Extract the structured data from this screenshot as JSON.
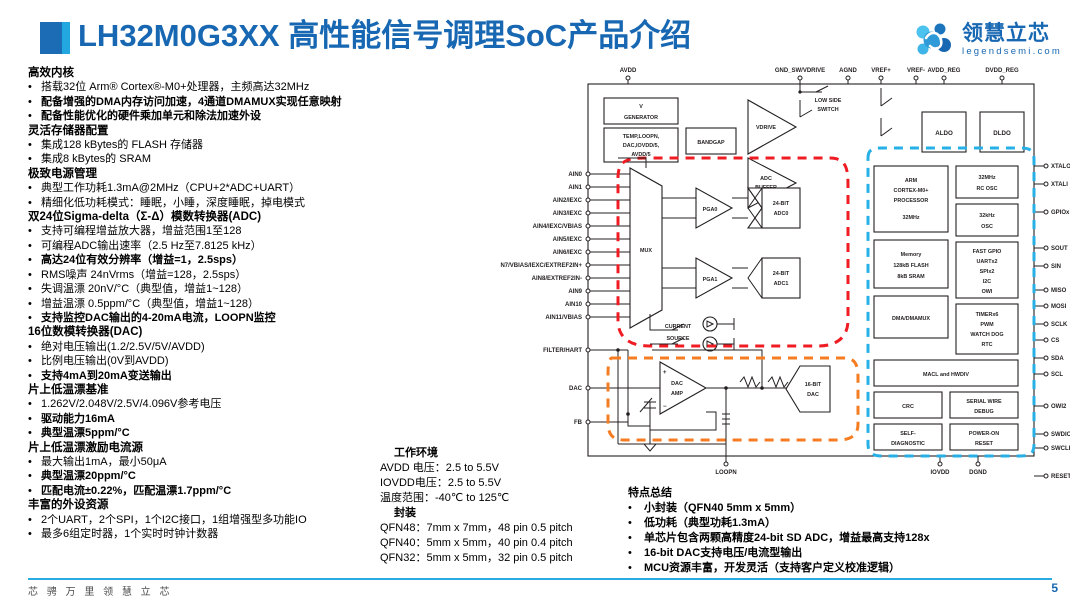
{
  "header": {
    "title": "LH32M0G3XX 高性能信号调理SoC产品介绍",
    "logo_cn": "领慧立芯",
    "logo_en": "legendsemi.com",
    "accent_color": "#1767b2",
    "accent_color2": "#22a7e0"
  },
  "specs": [
    {
      "type": "head",
      "text": "高效内核"
    },
    {
      "type": "item",
      "text": "搭载32位 Arm® Cortex®-M0+处理器，主频高达32MHz",
      "bold": false
    },
    {
      "type": "item",
      "text": "配备增强的DMA内存访问加速，4通道DMAMUX实现任意映射",
      "bold": true
    },
    {
      "type": "item",
      "text": "配备性能优化的硬件乘加单元和除法加速外设",
      "bold": true
    },
    {
      "type": "head",
      "text": "灵活存储器配置"
    },
    {
      "type": "item",
      "text": "集成128 kBytes的 FLASH 存储器",
      "bold": false
    },
    {
      "type": "item",
      "text": "集成8 kBytes的 SRAM",
      "bold": false
    },
    {
      "type": "head",
      "text": "极致电源管理"
    },
    {
      "type": "item",
      "text": "典型工作功耗1.3mA@2MHz（CPU+2*ADC+UART）",
      "bold": false
    },
    {
      "type": "item",
      "text": "精细化低功耗模式：睡眠，小睡，深度睡眠，掉电模式",
      "bold": false
    },
    {
      "type": "head",
      "text": "双24位Sigma-delta（Σ-Δ）模数转换器(ADC)"
    },
    {
      "type": "item",
      "text": "支持可编程增益放大器，增益范围1至128",
      "bold": false
    },
    {
      "type": "item",
      "text": "可编程ADC输出速率（2.5 Hz至7.8125 kHz）",
      "bold": false
    },
    {
      "type": "item",
      "text": "高达24位有效分辨率（增益=1，2.5sps）",
      "bold": true
    },
    {
      "type": "item",
      "text": "RMS噪声 24nVrms（增益=128，2.5sps）",
      "bold": false
    },
    {
      "type": "item",
      "text": "失调温漂 20nV/°C（典型值，增益1~128）",
      "bold": false
    },
    {
      "type": "item",
      "text": "增益温漂 0.5ppm/°C（典型值，增益1~128）",
      "bold": false
    },
    {
      "type": "item",
      "text": "支持监控DAC输出的4-20mA电流，LOOPN监控",
      "bold": true
    },
    {
      "type": "head",
      "text": "16位数模转换器(DAC)"
    },
    {
      "type": "item",
      "text": "绝对电压输出(1.2/2.5V/5V/AVDD)",
      "bold": false
    },
    {
      "type": "item",
      "text": "比例电压输出(0V到AVDD)",
      "bold": false
    },
    {
      "type": "item",
      "text": "支持4mA到20mA变送输出",
      "bold": true
    },
    {
      "type": "head",
      "text": "片上低温漂基准"
    },
    {
      "type": "item",
      "text": "1.262V/2.048V/2.5V/4.096V参考电压",
      "bold": false
    },
    {
      "type": "item",
      "text": "驱动能力16mA",
      "bold": true
    },
    {
      "type": "item",
      "text": "典型温漂5ppm/°C",
      "bold": true
    },
    {
      "type": "head",
      "text": "片上低温漂激励电流源"
    },
    {
      "type": "item",
      "text": "最大输出1mA，最小50μA",
      "bold": false
    },
    {
      "type": "item",
      "text": "典型温漂20ppm/°C",
      "bold": true
    },
    {
      "type": "item",
      "text": "匹配电流±0.22%，匹配温漂1.7ppm/°C",
      "bold": true
    },
    {
      "type": "head",
      "text": "丰富的外设资源"
    },
    {
      "type": "item",
      "text": "2个UART，2个SPI，1个I2C接口，1组增强型多功能IO",
      "bold": false
    },
    {
      "type": "item",
      "text": "最多6组定时器，1个实时时钟计数器",
      "bold": false
    }
  ],
  "environment": {
    "title": "工作环境",
    "lines": [
      "AVDD 电压：2.5 to 5.5V",
      "IOVDD电压：2.5 to 5.5V",
      "温度范围：-40℃ to 125℃"
    ],
    "package_title": "封装",
    "packages": [
      "QFN48：7mm x 7mm，48 pin 0.5 pitch",
      "QFN40：5mm x 5mm，40 pin 0.4 pitch",
      "QFN32：5mm x 5mm，32 pin 0.5 pitch"
    ]
  },
  "summary": {
    "title": "特点总结",
    "items": [
      "小封装（QFN40 5mm x 5mm）",
      "低功耗（典型功耗1.3mA）",
      "单芯片包含两颗高精度24-bit SD ADC，增益最高支持128x",
      "16-bit DAC支持电压/电流型输出",
      "MCU资源丰富，开发灵活（支持客户定义校准逻辑）"
    ]
  },
  "footer": {
    "text": "芯 骋 万 里      领 慧 立 芯",
    "page": "5",
    "rule_color": "#29abe2"
  },
  "diagram": {
    "top_pins": [
      "AVDD",
      "GND_SW/VDRIVE",
      "AGND",
      "VREF+",
      "VREF-",
      "AVDD_REG",
      "DVDD_REG"
    ],
    "left_pins": [
      "AIN0",
      "AIN1",
      "AIN2/IEXC",
      "AIN3/IEXC",
      "AIN4/IEXC/VBIAS",
      "AIN5/IEXC",
      "AIN6/IEXC",
      "AIN7/VBIAS/IEXC/EXTREF2IN+",
      "AIN8/EXTREF2IN-",
      "AIN9",
      "AIN10",
      "AIN11/VBIAS"
    ],
    "left_lower_pins": [
      "FILTER/HART",
      "DAC",
      "FB"
    ],
    "right_pins": [
      "XTALO",
      "XTALI",
      "GPIOx",
      "SOUT",
      "SIN",
      "MISO",
      "MOSI",
      "SCLK",
      "CS",
      "SDA",
      "SCL",
      "OWI2",
      "SWDIO",
      "SWCLK",
      "RESET"
    ],
    "bottom_pins": [
      "LOOPN",
      "IOVDD",
      "DGND"
    ],
    "blocks": {
      "vbias_gen": "Vʙɪᴀs GENERATOR",
      "vbias_gen_l1": "V",
      "vbias_gen_l1sub": "bias",
      "vbias_gen_l2": "GENERATOR",
      "temp_mux_l1": "TEMP,LOOPN,",
      "temp_mux_l2": "DAC,IOVDD/5,",
      "temp_mux_l3": "AVDD/5",
      "bandgap": "BANDGAP",
      "vdrive": "VDRIVE",
      "adc_buffer_l1": "ADC",
      "adc_buffer_l2": "BUFFER",
      "low_side_l1": "LOW SIDE",
      "low_side_l2": "SWITCH",
      "aldo": "ALDO",
      "dldo": "DLDO",
      "mux": "MUX",
      "pga0": "PGA0",
      "pga1": "PGA1",
      "adc0_l1": "24-BIT",
      "adc0_l2": "ADC0",
      "adc1_l1": "24-BIT",
      "adc1_l2": "ADC1",
      "current_src_l1": "CURRENT",
      "current_src_l2": "SOURCE",
      "dac_amp_l1": "DAC",
      "dac_amp_l2": "AMP",
      "dac16_l1": "16-BIT",
      "dac16_l2": "DAC",
      "cpu_l1": "ARM",
      "cpu_l2": "CORTEX-M0+",
      "cpu_l3": "PROCESSOR",
      "cpu_l4": "32MHz",
      "mem_l1": "Memory",
      "mem_l2": "128kB FLASH",
      "mem_l3": "8kB SRAM",
      "dma": "DMA/DMAMUX",
      "rcosc_l1": "32MHz",
      "rcosc_l2": "RC OSC",
      "osc_l1": "32kHz",
      "osc_l2": "OSC",
      "periph_l1": "FAST GPIO",
      "periph_l2": "UARTx2",
      "periph_l3": "SPIx2",
      "periph_l4": "I2C",
      "periph_l5": "OWI",
      "timer_l1": "TIMERx6",
      "timer_l2": "PWM",
      "timer_l3": "WATCH DOG",
      "timer_l4": "RTC",
      "macl": "MACL and HWDIV",
      "crc": "CRC",
      "swd_l1": "SERIAL WIRE",
      "swd_l2": "DEBUG",
      "selfdiag_l1": "SELF-",
      "selfdiag_l2": "DIAGNOSTIC",
      "por_l1": "POWER-ON",
      "por_l2": "RESET"
    },
    "highlight_colors": {
      "adc_path": "#ef1c24",
      "dac_path": "#f57c20",
      "digital_core": "#27b0e6"
    }
  }
}
